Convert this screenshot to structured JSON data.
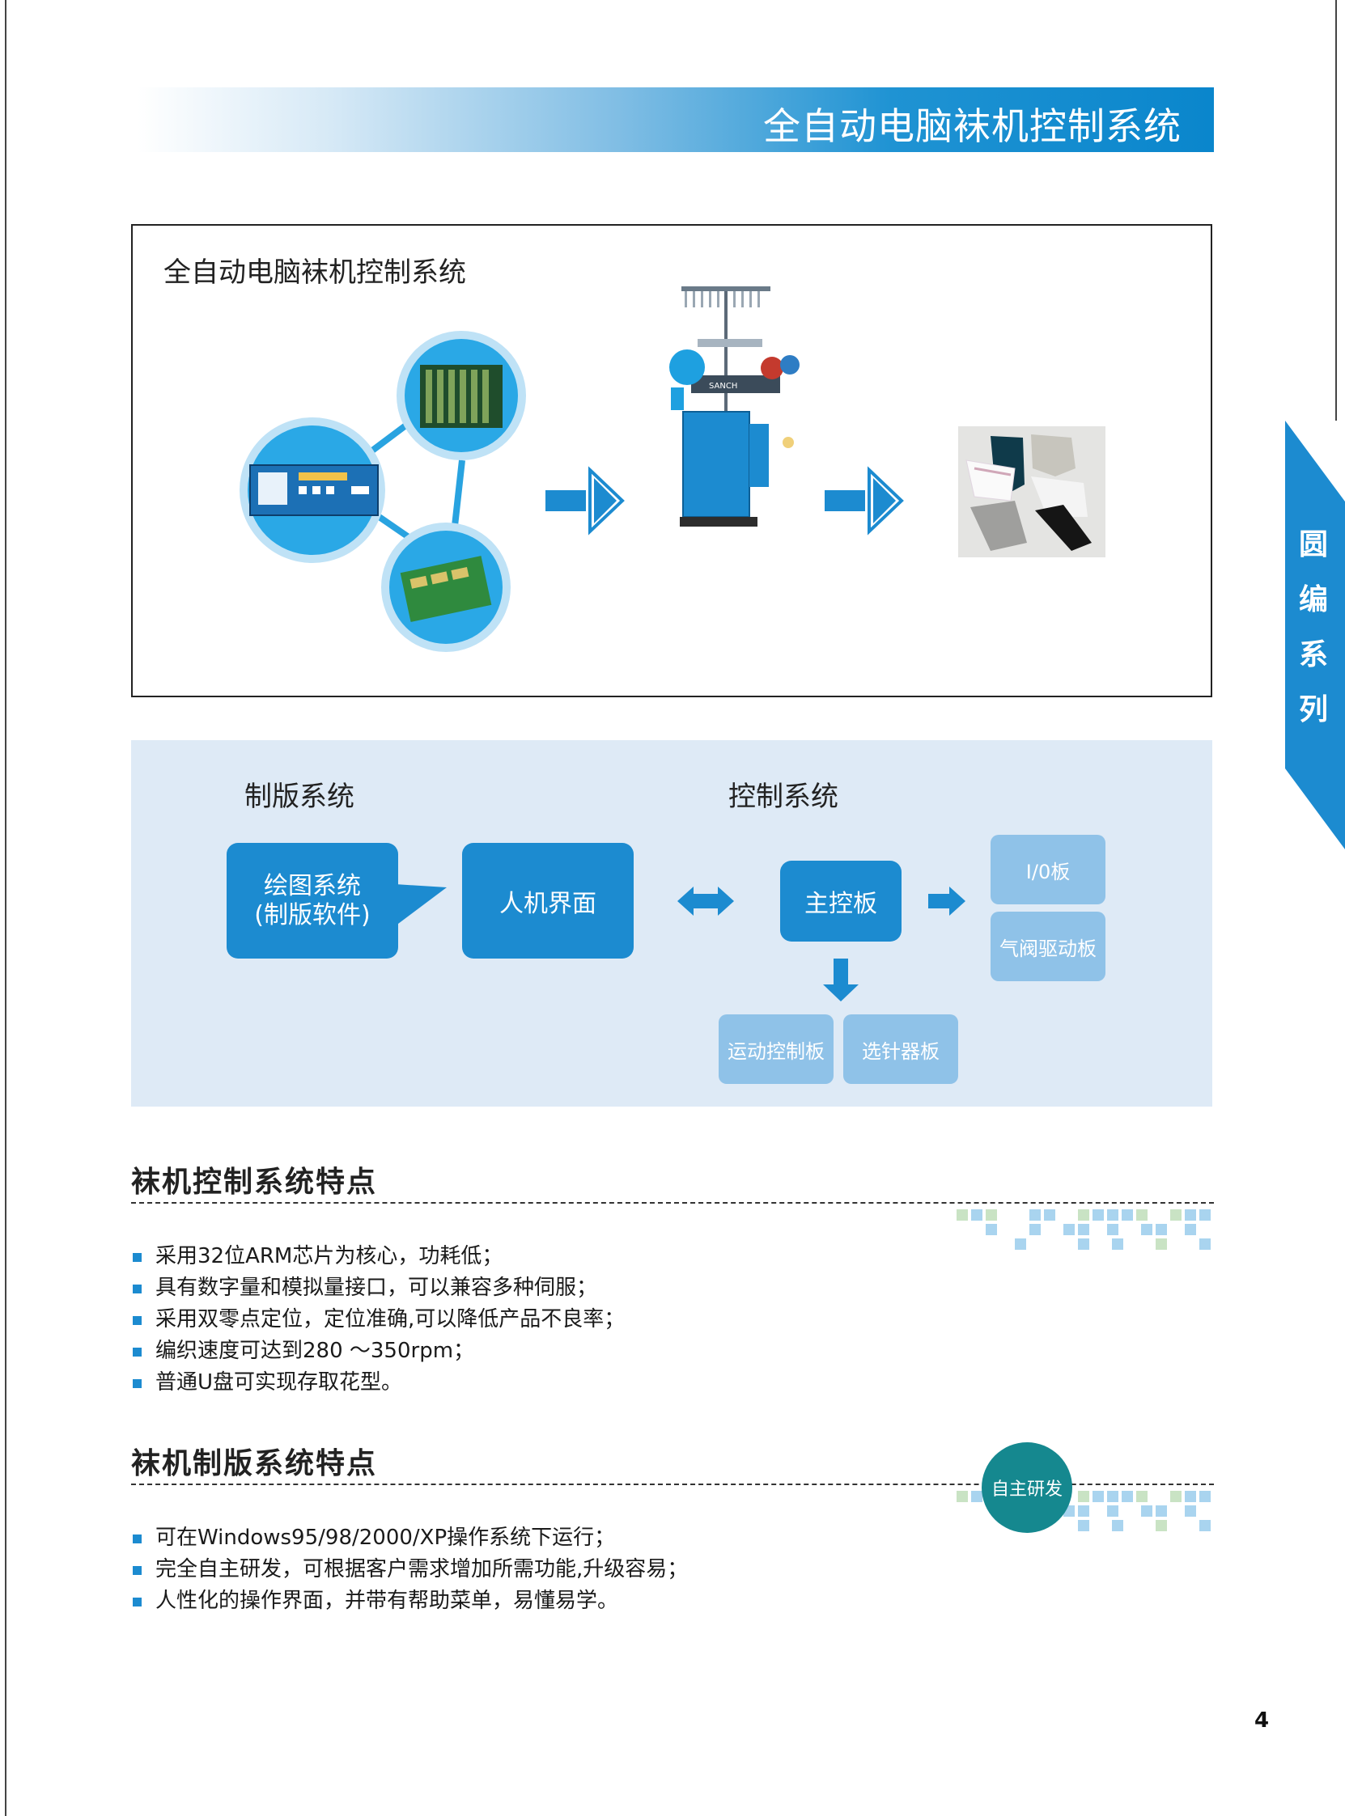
{
  "header": {
    "title": "全自动电脑袜机控制系统"
  },
  "top_panel": {
    "title": "全自动电脑袜机控制系统",
    "machine_brand": "SANCH"
  },
  "side_tab": {
    "chars": [
      "圆",
      "编",
      "系",
      "列"
    ]
  },
  "flow": {
    "heading_left": "制版系统",
    "heading_right": "控制系统",
    "drawing_system_line1": "绘图系统",
    "drawing_system_line2": "(制版软件)",
    "hmi": "人机界面",
    "main_board": "主控板",
    "io_board": "I/0板",
    "valve_board": "气阀驱动板",
    "motion_board": "运动控制板",
    "needle_board": "选针器板"
  },
  "features_control": {
    "title": "袜机控制系统特点",
    "items": [
      "采用32位ARM芯片为核心，功耗低；",
      "具有数字量和模拟量接口，可以兼容多种伺服；",
      "采用双零点定位，定位准确,可以降低产品不良率；",
      "编织速度可达到280 ～350rpm；",
      "普通U盘可实现存取花型。"
    ]
  },
  "features_design": {
    "title": "袜机制版系统特点",
    "items": [
      "可在Windows95/98/2000/XP操作系统下运行；",
      "完全自主研发，可根据客户需求增加所需功能,升级容易；",
      "人性化的操作界面，并带有帮助菜单，易懂易学。"
    ]
  },
  "badge": {
    "label": "自主研发"
  },
  "page": {
    "number": "4"
  },
  "colors": {
    "brand_blue": "#1c8bd0",
    "light_blue": "#8fc2e8",
    "panel_bg": "#deeaf6",
    "badge_teal": "#15888f"
  }
}
